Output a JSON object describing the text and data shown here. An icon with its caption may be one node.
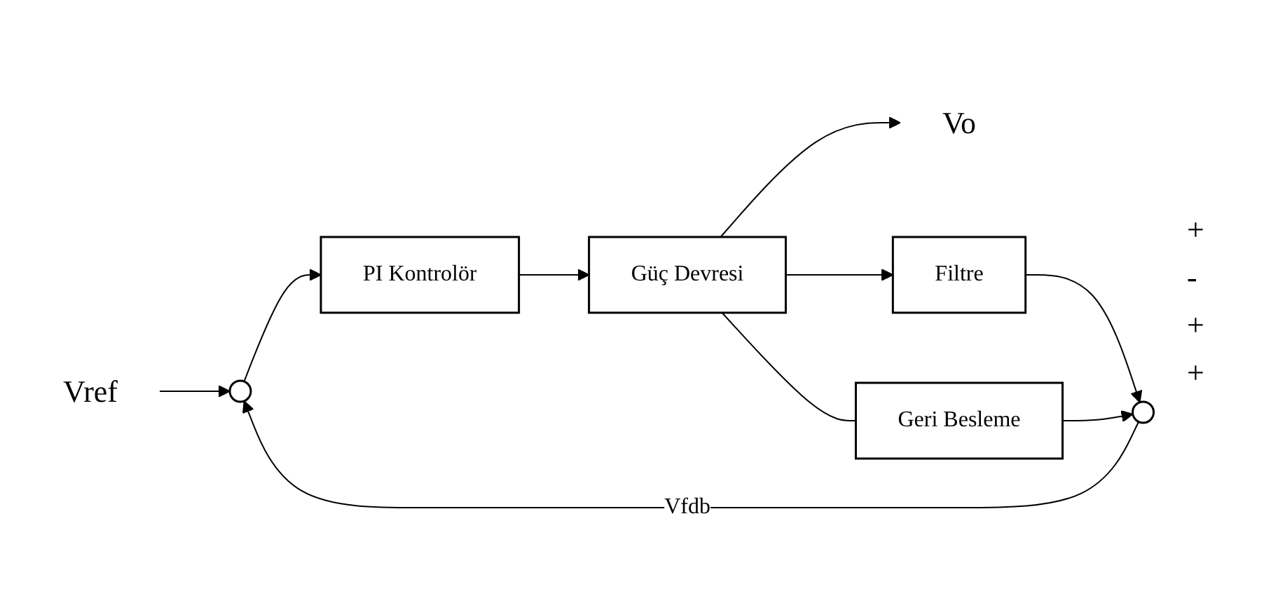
{
  "diagram": {
    "nodes": [
      {
        "text": [
          "Vref"
        ]
      },
      {
        "text": [],
        "shape": "circle"
      },
      {
        "text": [
          "PI Kontrolör"
        ]
      },
      {
        "text": [
          "Güç Devresi"
        ]
      },
      {
        "text": [
          "Vo"
        ]
      },
      {
        "text": [],
        "shape": "circle"
      },
      {
        "text": [
          "Filtre"
        ]
      },
      {
        "text": [
          "Geri Besleme"
        ]
      }
    ],
    "edges": [
      {
        "from": 0,
        "to": 1,
        "arrow": "to"
      },
      {
        "from": 1,
        "to": 2,
        "arrow": "to"
      },
      {
        "from": 2,
        "to": 3,
        "arrow": "to"
      },
      {
        "from": 3,
        "to": 4,
        "arrow": "to"
      },
      {
        "from": 3,
        "to": 6,
        "arrow": "to"
      },
      {
        "from": 3,
        "to": 7,
        "arrow": "none"
      },
      {
        "from": 6,
        "to": 5,
        "arrow": "to"
      },
      {
        "from": 7,
        "to": 5,
        "arrow": "to"
      },
      {
        "from": 5,
        "to": 1,
        "arrow": "to",
        "label": "Vfdb"
      }
    ],
    "labels": [
      "+",
      "-",
      "+",
      "+"
    ]
  }
}
